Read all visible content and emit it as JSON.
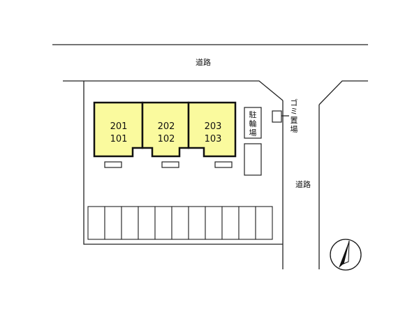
{
  "roads": {
    "top_label": "道路",
    "right_label": "道路"
  },
  "units": [
    {
      "upper": "201",
      "lower": "101"
    },
    {
      "upper": "202",
      "lower": "102"
    },
    {
      "upper": "203",
      "lower": "103"
    }
  ],
  "bicycle_parking": {
    "label": [
      "駐",
      "輪",
      "場"
    ]
  },
  "garbage_area": {
    "label": [
      "ゴ",
      "ミ",
      "置",
      "場"
    ]
  },
  "parking_lot": {
    "space_count": 11
  },
  "compass": {
    "icon": "north-arrow-icon"
  }
}
